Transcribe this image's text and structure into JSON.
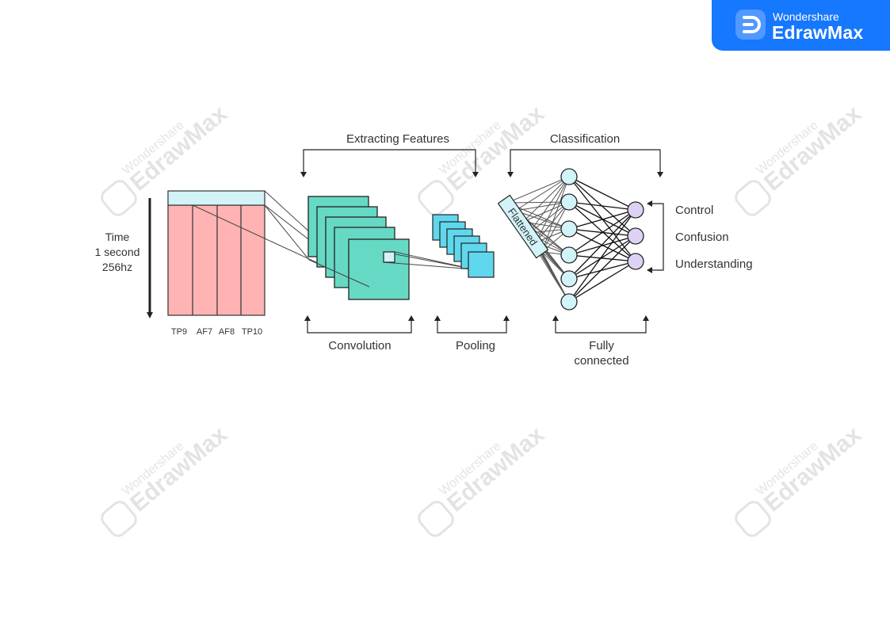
{
  "brand": {
    "small": "Wondershare",
    "big": "EdrawMax",
    "color": "#1677ff"
  },
  "watermark": {
    "small": "Wondershare",
    "big": "EdrawMax"
  },
  "labels": {
    "time_line1": "Time",
    "time_line2": "1 second",
    "time_line3": "256hz",
    "extracting_features": "Extracting Features",
    "classification": "Classification",
    "convolution": "Convolution",
    "pooling": "Pooling",
    "fully_line1": "Fully",
    "fully_line2": "connected",
    "flattened": "Flattened"
  },
  "channels": [
    "TP9",
    "AF7",
    "AF8",
    "TP10"
  ],
  "outputs": [
    "Control",
    "Confusion",
    "Understanding"
  ],
  "colors": {
    "signal_fill": "#ffb3b3",
    "signal_header": "#d2f3f8",
    "conv_fill": "#66d9c4",
    "pool_fill": "#5fd8ee",
    "hidden_node": "#d2f3f8",
    "output_node": "#ddd2f5"
  }
}
